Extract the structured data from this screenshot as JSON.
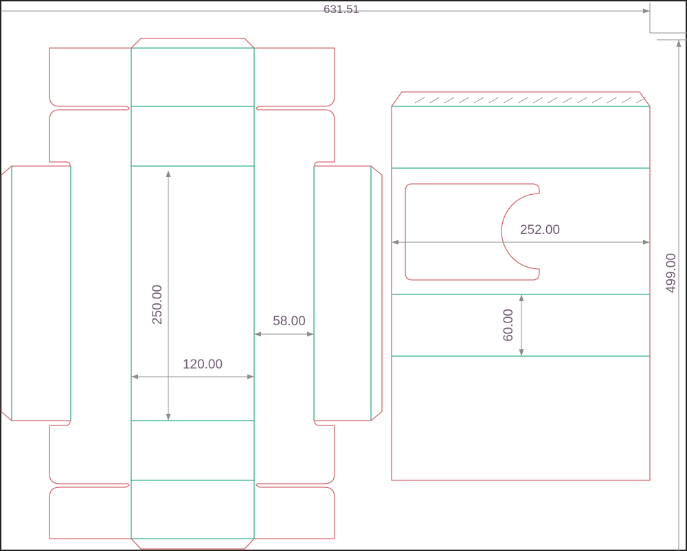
{
  "colors": {
    "cut": "#d2686f",
    "fold": "#2fae8c",
    "dimension": "#8c8c8c",
    "dimension_text": "#6f5a6f",
    "background": "#ffffff"
  },
  "dimensions": {
    "overall_width": "631.51",
    "overall_height": "499.00",
    "box_length": "250.00",
    "box_width": "120.00",
    "box_depth": "58.00",
    "sleeve_width": "252.00",
    "sleeve_band": "60.00"
  }
}
